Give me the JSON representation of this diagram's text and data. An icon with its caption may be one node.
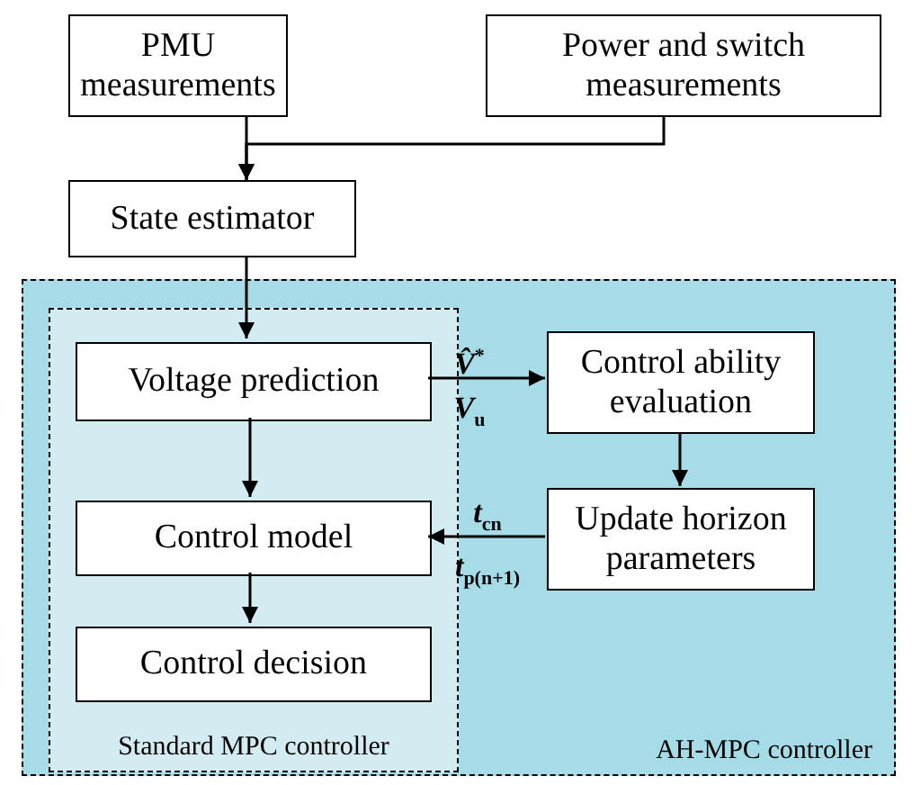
{
  "diagram": {
    "nodes": [
      {
        "text": [
          "PMU measurements"
        ]
      },
      {
        "text": [
          "Power and switch measurements"
        ]
      },
      {
        "text": [
          "State estimator"
        ]
      },
      {
        "text": [
          "AH-MPC controller"
        ]
      },
      {
        "text": [
          "Standard MPC controller"
        ],
        "in": 3
      },
      {
        "text": [
          "Voltage prediction"
        ],
        "in": 4
      },
      {
        "text": [
          "Control model"
        ],
        "in": 4
      },
      {
        "text": [
          "Control decision"
        ],
        "in": 4
      },
      {
        "text": [
          "Control ability evaluation"
        ],
        "in": 3
      },
      {
        "text": [
          "Update horizon parameters"
        ],
        "in": 3
      }
    ],
    "edges": [
      {
        "from": 0,
        "to": 2,
        "arrow": "to"
      },
      {
        "from": 1,
        "to": 2,
        "arrow": "to"
      },
      {
        "from": 2,
        "to": 5,
        "arrow": "to"
      },
      {
        "from": 5,
        "to": 8,
        "arrow": "to",
        "label": "*V̂*$^{*}$ *V*$_{u}$"
      },
      {
        "from": 8,
        "to": 9,
        "arrow": "to"
      },
      {
        "from": 9,
        "to": 6,
        "arrow": "to",
        "label": "*t*$_{cn}$ *t*$_{p(n+1)}$"
      },
      {
        "from": 5,
        "to": 6,
        "arrow": "to"
      },
      {
        "from": 6,
        "to": 7,
        "arrow": "to"
      }
    ]
  }
}
